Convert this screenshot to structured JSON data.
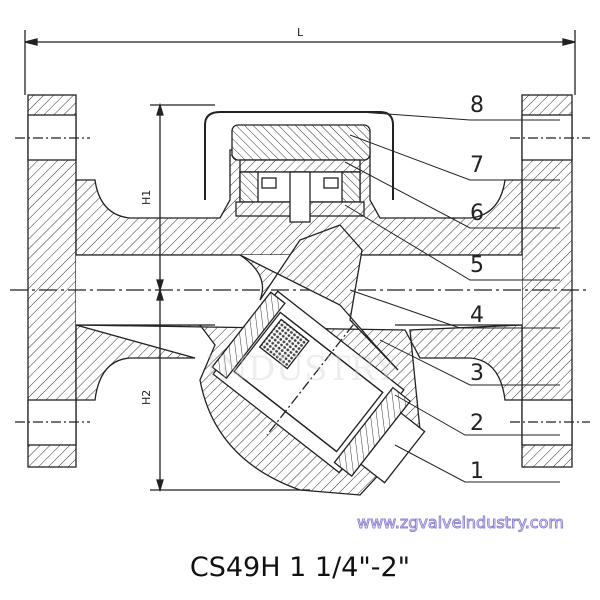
{
  "drawing": {
    "dimensions": {
      "L": "L",
      "H1": "H1",
      "H2": "H2"
    },
    "part_numbers": [
      "8",
      "7",
      "6",
      "5",
      "4",
      "3",
      "2",
      "1"
    ],
    "watermark_center": "INDUSTRY"
  },
  "watermark": "www.zgvalveindustry.com",
  "caption": "CS49H 1 1/4\"-2\""
}
